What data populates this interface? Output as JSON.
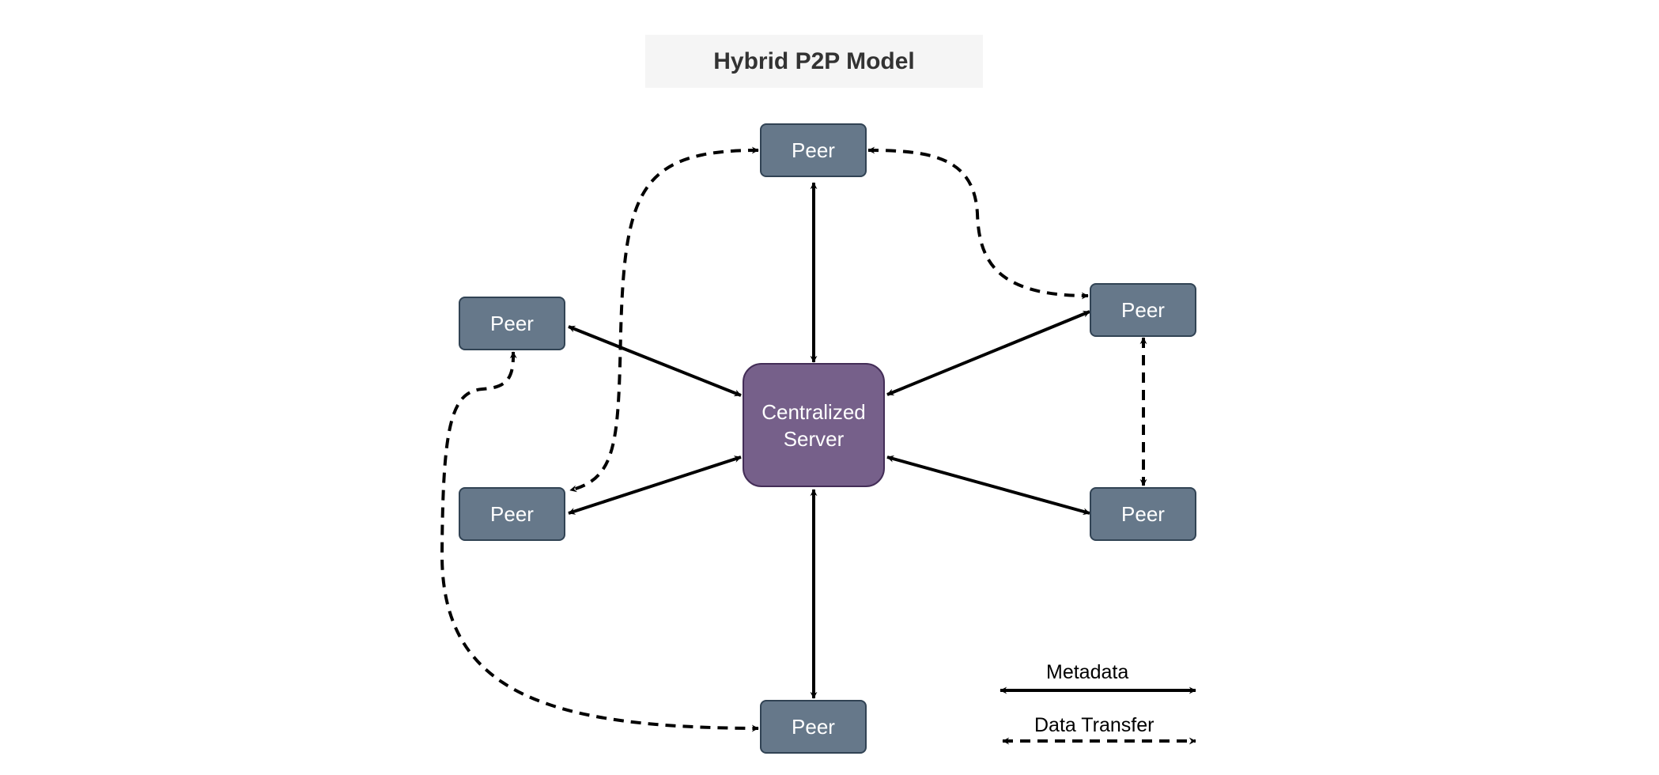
{
  "title": "Hybrid P2P Model",
  "server": {
    "line1": "Centralized",
    "line2": "Server",
    "fill": "#76608a",
    "stroke": "#432d57"
  },
  "peers": {
    "top": "Peer",
    "upper_left": "Peer",
    "upper_right": "Peer",
    "lower_left": "Peer",
    "lower_right": "Peer",
    "bottom": "Peer",
    "fill": "#66788a",
    "stroke": "#314354"
  },
  "legend": {
    "metadata": "Metadata",
    "data_transfer": "Data Transfer"
  }
}
